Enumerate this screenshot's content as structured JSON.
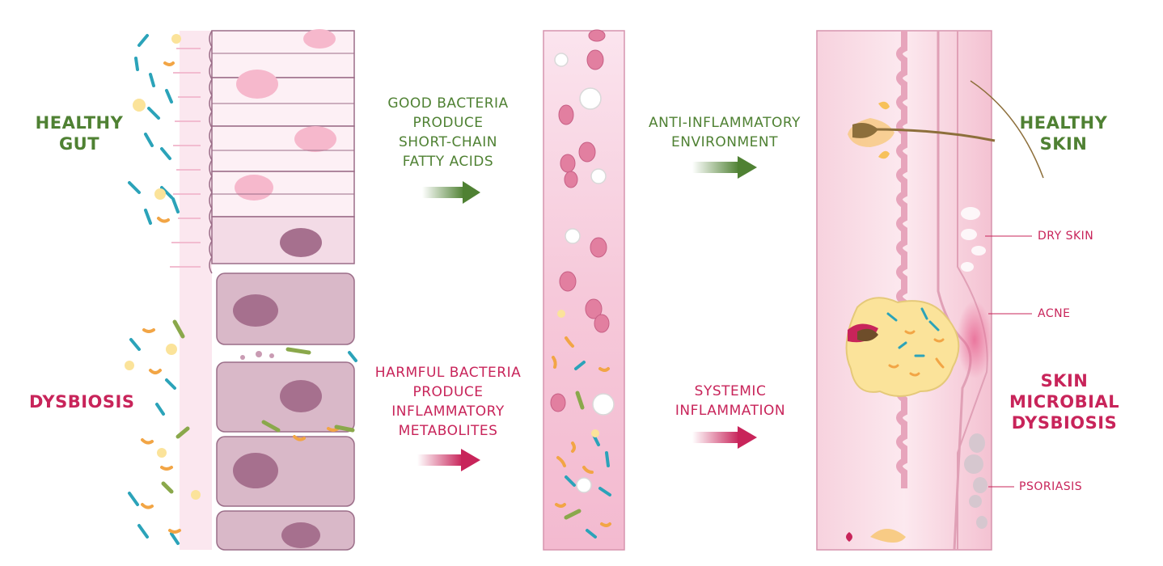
{
  "labels": {
    "healthy_gut": [
      "HEALTHY",
      "GUT"
    ],
    "dysbiosis": "DYSBIOSIS",
    "good_bacteria": [
      "GOOD BACTERIA",
      "PRODUCE",
      "SHORT-CHAIN",
      "FATTY ACIDS"
    ],
    "harmful_bacteria": [
      "HARMFUL BACTERIA",
      "PRODUCE",
      "INFLAMMATORY",
      "METABOLITES"
    ],
    "anti_inflammatory": [
      "ANTI-INFLAMMATORY",
      "ENVIRONMENT"
    ],
    "systemic_inflammation": [
      "SYSTEMIC",
      "INFLAMMATION"
    ],
    "healthy_skin": [
      "HEALTHY",
      "SKIN"
    ],
    "skin_dysbiosis": [
      "SKIN",
      "MICROBIAL",
      "DYSBIOSIS"
    ],
    "dry_skin": "DRY SKIN",
    "acne": "ACNE",
    "psoriasis": "PSORIASIS"
  },
  "colors": {
    "healthy_green": "#4f8133",
    "inflammation_pink": "#c8245a",
    "cell_pink": "#f9e6ee",
    "inflamed_cell": "#d9b8c8",
    "nucleus": "#f5b5ca",
    "dark_nucleus": "#a6708e",
    "blood_cell": "#e27fa0",
    "bacteria_teal": "#2ba3b9",
    "bacteria_orange": "#f2a545",
    "bacteria_green": "#8aa84b",
    "sebum_yellow": "#fbe39a"
  },
  "icons": [
    "green-arrow-icon",
    "pink-arrow-icon",
    "rod-bacterium-icon",
    "vibrio-bacterium-icon",
    "flagellated-bacterium-icon",
    "red-blood-cell-icon",
    "white-blood-cell-icon",
    "hair-follicle-icon"
  ]
}
